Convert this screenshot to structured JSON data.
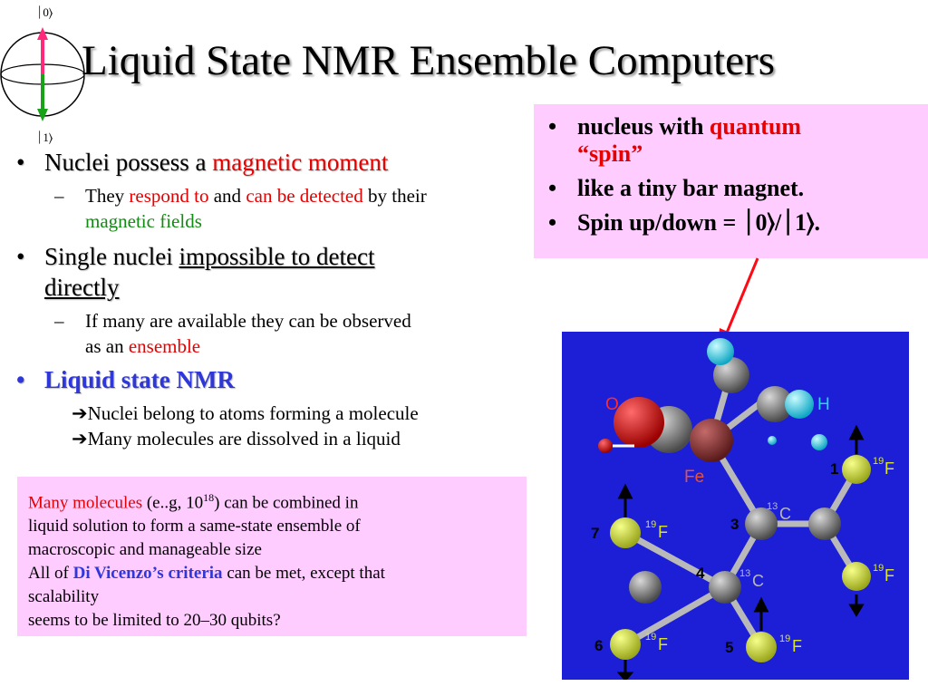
{
  "title": "Liquid State NMR Ensemble Computers",
  "bloch": {
    "ket0": "⏐0⟩",
    "ket1": "⏐1⟩"
  },
  "bullets": {
    "b1": {
      "text": "Nuclei possess a ",
      "highlight": "magnetic moment"
    },
    "b1_sub": {
      "a": "They ",
      "b": "respond to",
      "c": " and ",
      "d": "can be detected",
      "e": " by their",
      "f": "magnetic fields"
    },
    "b2": {
      "text": "Single nuclei ",
      "u1": "impossible to detect",
      "u2": "directly"
    },
    "b2_sub": {
      "line1": "If many are available they can be observed",
      "line2a": "as an ",
      "line2b": "ensemble"
    },
    "b3": {
      "text": "Liquid state NMR"
    },
    "b3_sub": {
      "arrow": "➔",
      "line1": "Nuclei belong to atoms forming a molecule",
      "line2": "Many molecules are dissolved in a liquid"
    },
    "dot": "•",
    "dash": "–"
  },
  "spinbox": {
    "l1a": "nucleus with ",
    "l1b": "quantum",
    "l1c": "“spin”",
    "l2": "like a tiny bar magnet.",
    "l3": "Spin up/down = ⏐0⟩/⏐1⟩."
  },
  "notebox": {
    "a": "Many molecules",
    "b": " (e..g, 10",
    "sup": "18",
    "c": ") can be combined in",
    "line2": "liquid solution to form  a same-state ensemble of",
    "line3": "macroscopic and manageable size",
    "l4a": "All of ",
    "l4b": "Di Vicenzo’s criteria",
    "l4c": " can be met, except that",
    "line5": "scalability",
    "line6": "seems to be  limited to 20–30 qubits?"
  },
  "molecule": {
    "atom_O": "O",
    "atom_H": "H",
    "atom_Fe": "Fe",
    "F": "F",
    "F_mass": "19",
    "C": "C",
    "C_mass": "13",
    "n1": "1",
    "n3": "3",
    "n4": "4",
    "n5": "5",
    "n6": "6",
    "n7": "7"
  },
  "colors": {
    "pink_box": "#ffccff",
    "highlight_red": "#e60000",
    "mol_bg": "#1c1fd6",
    "fluorine": "#d9e32c",
    "hydrogen": "#29d6e6"
  }
}
